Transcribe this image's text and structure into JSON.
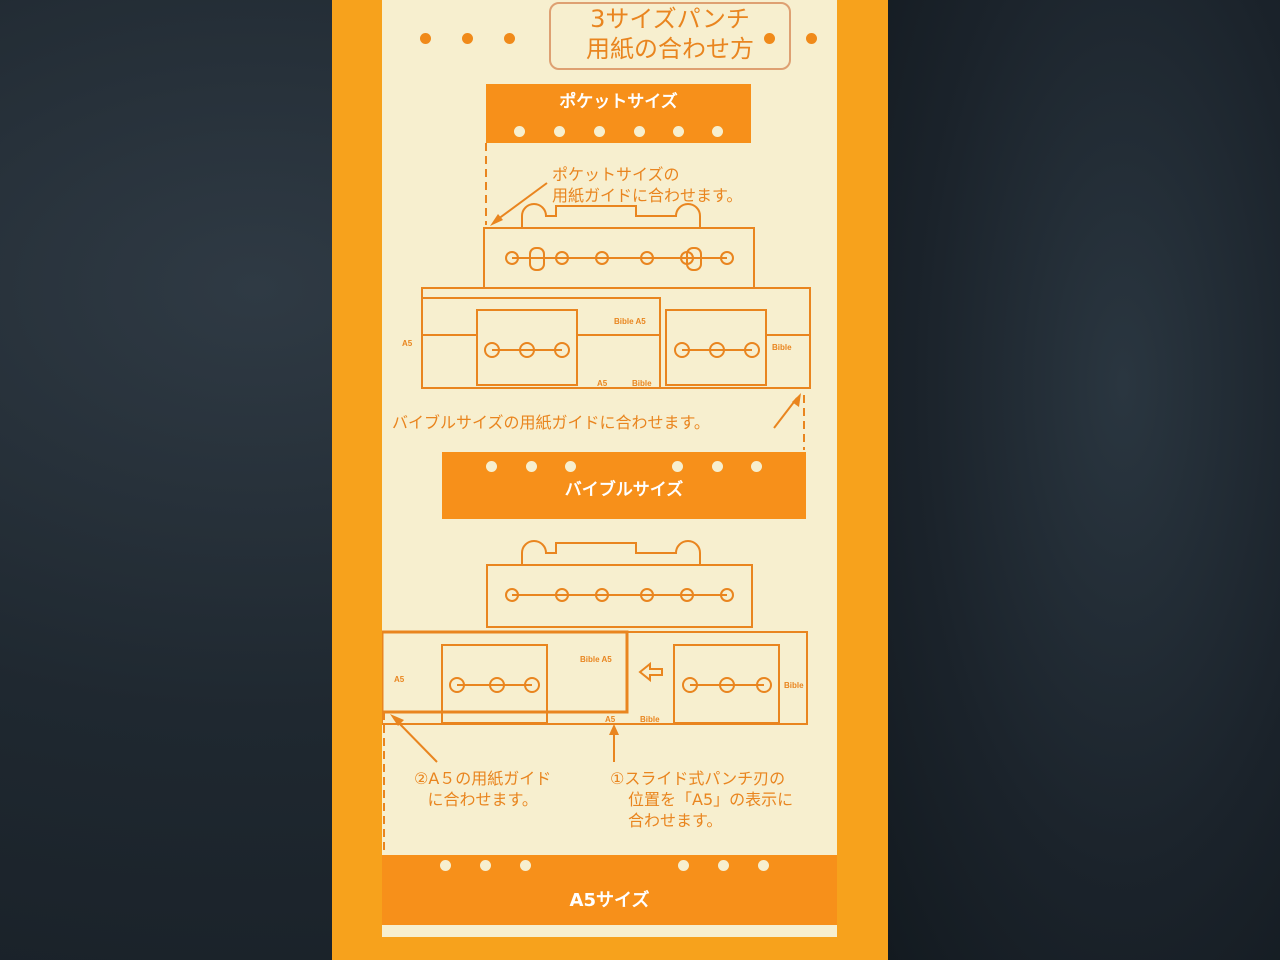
{
  "scene": "Photo of an orange instruction card for a 3-size paper punch lying on dark blue leather",
  "colors": {
    "card_orange": "#f7a21c",
    "band_orange": "#f7901a",
    "line_orange": "#e9851f",
    "cream": "#f7efcf",
    "leather": "#1f2830"
  },
  "title": {
    "line1": "3サイズパンチ",
    "line2": "用紙の合わせ方"
  },
  "sections": [
    {
      "band_label": "ポケットサイズ",
      "holes": 6,
      "instruction": {
        "line1": "ポケットサイズの",
        "line2": "用紙ガイドに合わせます。"
      }
    },
    {
      "band_label": "バイブルサイズ",
      "holes": 6,
      "instruction": {
        "line1": "バイブルサイズの用紙ガイドに合わせます。"
      }
    },
    {
      "band_label": "A5サイズ",
      "holes": 6,
      "instructions": [
        {
          "line1": "②A５の用紙ガイド",
          "line2": "に合わせます。"
        },
        {
          "line1": "①スライド式パンチ刃の",
          "line2": "位置を「A5」の表示に",
          "line3": "合わせます。"
        }
      ]
    }
  ],
  "diagram_labels": {
    "a5": "A5",
    "bible": "Bible"
  }
}
